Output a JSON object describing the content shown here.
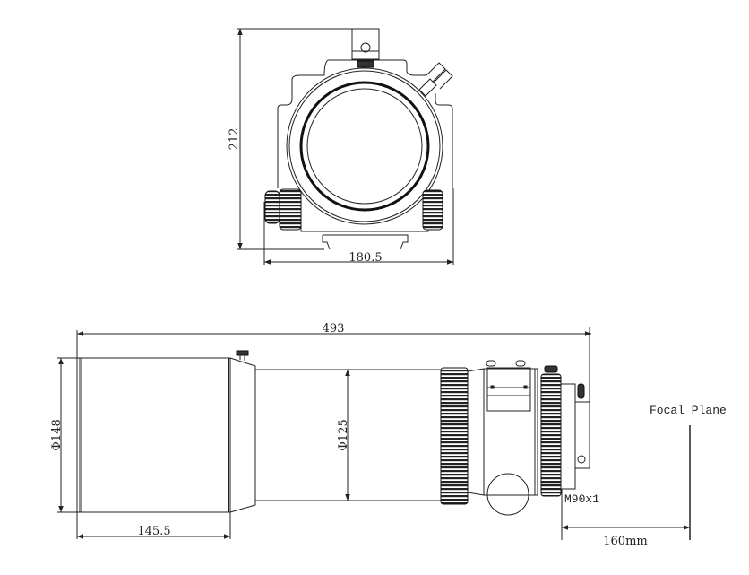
{
  "front_view": {
    "height_dim": "212",
    "width_dim": "180.5"
  },
  "side_view": {
    "length_dim": "493",
    "dew_shield_diameter": "Φ148",
    "tube_diameter": "Φ125",
    "dew_shield_length": "145.5",
    "thread_label": "M90x1",
    "focal_label": "Focal Plane",
    "back_focus": "160mm"
  }
}
